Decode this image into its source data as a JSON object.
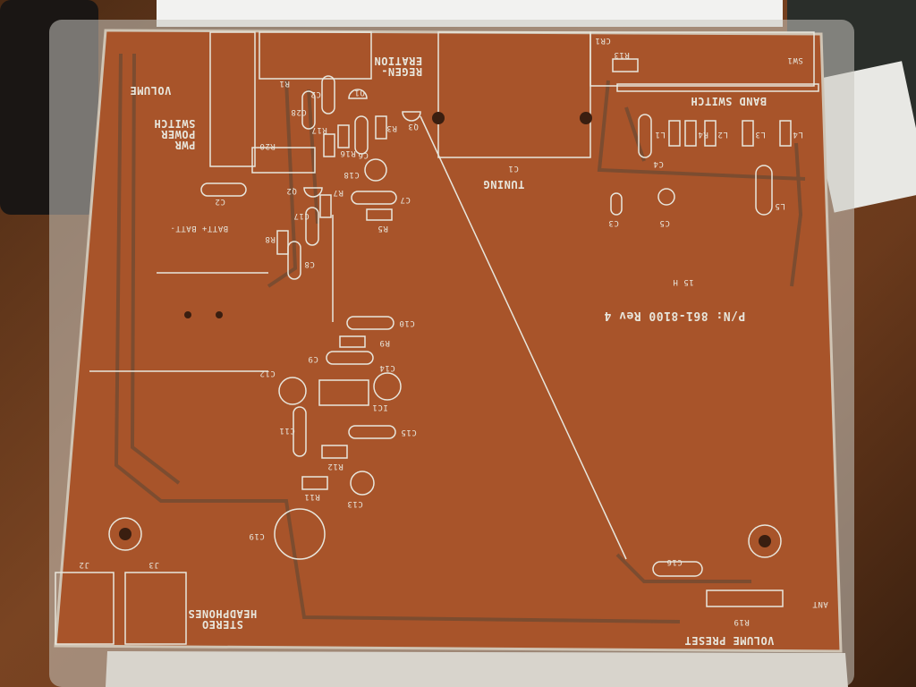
{
  "board": {
    "part_number": "P/N: 861-8100 Rev 4",
    "code_mark": "15 H"
  },
  "labels": {
    "volume": "VOLUME",
    "r1": "R1",
    "regeneration": "REGEN-\nERATION",
    "q1": "Q1",
    "q3": "Q3",
    "c28": "C28",
    "c2x": "C2",
    "power_switch": "PWR\nPOWER\nSWITCH",
    "r20": "R20",
    "r17": "R17",
    "r16": "R16",
    "r3": "R3",
    "c6": "C6",
    "c18": "C18",
    "c2": "C2",
    "q2": "Q2",
    "r7": "R7",
    "c7": "C7",
    "c17": "C17",
    "r5": "R5",
    "batt": "BATT+  BATT-",
    "r8": "R8",
    "c8": "C8",
    "tuning": "TUNING",
    "c1": "C1",
    "cr1": "CR1",
    "r13": "R13",
    "sw1": "SW1",
    "band_switch": "BAND SWITCH",
    "l1": "L1",
    "r4": "R4",
    "l2": "L2",
    "l3": "L3",
    "l4": "L4",
    "c4": "C4",
    "c3": "C3",
    "c5": "C5",
    "l5": "L5",
    "c10": "C10",
    "r9": "R9",
    "c9": "C9",
    "c12": "C12",
    "c14": "C14",
    "ic1": "IC1",
    "c11": "C11",
    "c15": "C15",
    "r12": "R12",
    "r11": "R11",
    "c13": "C13",
    "c19": "C19",
    "c16": "C16",
    "r19": "R19",
    "ant": "ANT",
    "volume_preset": "VOLUME PRESET",
    "j2": "J2",
    "j3": "J3",
    "stereo_headphones": "STEREO\nHEADPHONES"
  },
  "colors": {
    "board_copper": "#a8542a",
    "board_edge": "#8d4a2a",
    "silkscreen": "#e8e6dc",
    "trace": "#6e4a32",
    "table": "#6b3a1c"
  }
}
